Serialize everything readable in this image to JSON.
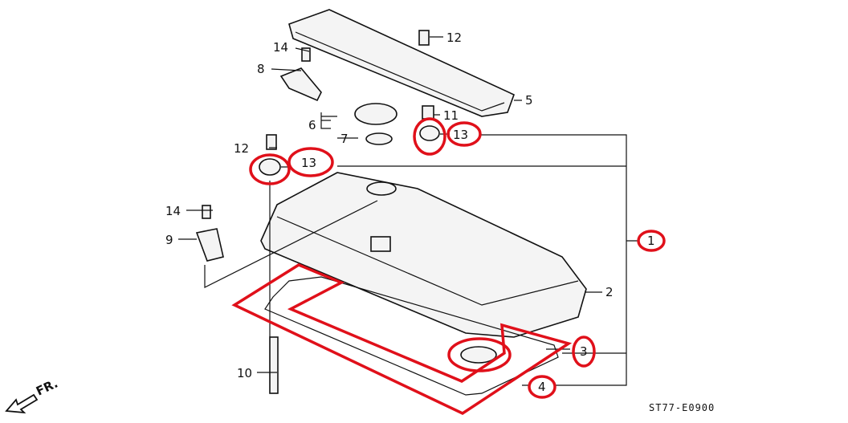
{
  "diagram": {
    "code": "ST77-E0900",
    "direction_label": "FR.",
    "highlight_color": "#e0101a",
    "callouts": {
      "c1": "1",
      "c2": "2",
      "c3": "3",
      "c4": "4",
      "c5": "5",
      "c6": "6",
      "c7": "7",
      "c8": "8",
      "c9": "9",
      "c10": "10",
      "c11": "11",
      "c12a": "12",
      "c12b": "12",
      "c13a": "13",
      "c13b": "13",
      "c14a": "14",
      "c14b": "14"
    }
  }
}
